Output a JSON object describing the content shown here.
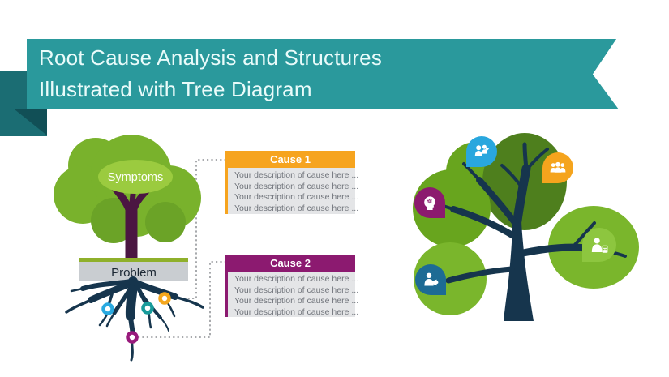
{
  "slide": {
    "title_line1": "Root Cause Analysis and Structures",
    "title_line2": "Illustrated with Tree Diagram"
  },
  "left_tree": {
    "crown_label": "Symptoms",
    "ground_label": "Problem",
    "root_markers": [
      {
        "name": "blue-root-marker",
        "color": "#29a9e0"
      },
      {
        "name": "teal-root-marker",
        "color": "#189b9b"
      },
      {
        "name": "orange-root-marker",
        "color": "#f4a71d"
      },
      {
        "name": "purple-root-marker",
        "color": "#981a7c"
      }
    ]
  },
  "causes": [
    {
      "label": "Cause 1",
      "accent": "#f6a41f",
      "lines": [
        "Your description of cause here ...",
        "Your description of cause here ...",
        "Your description of cause here ...",
        "Your description of cause here ..."
      ]
    },
    {
      "label": "Cause 2",
      "accent": "#8c1a70",
      "lines": [
        "Your description of cause here ...",
        "Your description of cause here ...",
        "Your description of cause here ...",
        "Your description of cause here ..."
      ]
    }
  ],
  "right_tree": {
    "icons": [
      {
        "name": "team-growth-icon",
        "color": "#29a7de"
      },
      {
        "name": "team-group-icon",
        "color": "#f5a41d"
      },
      {
        "name": "thinking-head-gear-icon",
        "color": "#8c1a6e"
      },
      {
        "name": "person-calculator-icon",
        "color": "#8dc63f"
      },
      {
        "name": "person-megaphone-icon",
        "color": "#1d6b94"
      }
    ]
  },
  "colors": {
    "banner": "#2a999c",
    "banner_dark": "#1b6d73",
    "banner_fold": "#114f56",
    "foliage_green": "#79b22c",
    "foliage_dark": "#6ba327",
    "foliage_light_ellipse": "#9bcb3f",
    "right_foliage_dark": "#4e7f1d",
    "right_foliage_mid": "#68a51e",
    "right_foliage_light": "#7ab62c",
    "trunk_plum": "#4b1642",
    "tree_navy": "#16354d",
    "ground_stripe": "#8fb02b",
    "ground_bar": "#c9cdd1",
    "connector_gray": "#a8aaad",
    "body_gray": "#e4e5e7"
  }
}
